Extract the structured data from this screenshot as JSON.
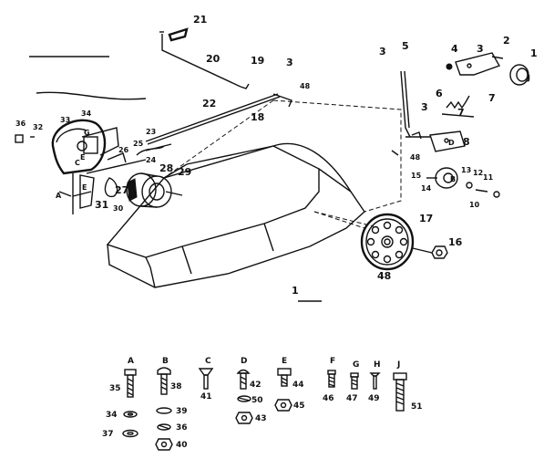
{
  "figure_marker": "1",
  "parts": [
    {
      "id": "p1",
      "label": "1"
    },
    {
      "id": "p2",
      "label": "2"
    },
    {
      "id": "p3a",
      "label": "3"
    },
    {
      "id": "p3b",
      "label": "3"
    },
    {
      "id": "p3c",
      "label": "3"
    },
    {
      "id": "p3d",
      "label": "3"
    },
    {
      "id": "p4",
      "label": "4"
    },
    {
      "id": "p5",
      "label": "5"
    },
    {
      "id": "p6",
      "label": "6"
    },
    {
      "id": "p7a",
      "label": "7"
    },
    {
      "id": "p7b",
      "label": "7"
    },
    {
      "id": "p8",
      "label": "8"
    },
    {
      "id": "p10",
      "label": "10"
    },
    {
      "id": "p11",
      "label": "11"
    },
    {
      "id": "p12",
      "label": "12"
    },
    {
      "id": "p13",
      "label": "13"
    },
    {
      "id": "p14",
      "label": "14"
    },
    {
      "id": "p15",
      "label": "15"
    },
    {
      "id": "p16",
      "label": "16"
    },
    {
      "id": "p17",
      "label": "17"
    },
    {
      "id": "p18",
      "label": "18"
    },
    {
      "id": "p19",
      "label": "19"
    },
    {
      "id": "p20",
      "label": "20"
    },
    {
      "id": "p21",
      "label": "21"
    },
    {
      "id": "p22",
      "label": "22"
    },
    {
      "id": "p23",
      "label": "23"
    },
    {
      "id": "p24",
      "label": "24"
    },
    {
      "id": "p25",
      "label": "25"
    },
    {
      "id": "p26",
      "label": "26"
    },
    {
      "id": "p27",
      "label": "27"
    },
    {
      "id": "p28",
      "label": "28"
    },
    {
      "id": "p29",
      "label": "29"
    },
    {
      "id": "p30",
      "label": "30"
    },
    {
      "id": "p31",
      "label": "31"
    },
    {
      "id": "p32",
      "label": "32"
    },
    {
      "id": "p33",
      "label": "33"
    },
    {
      "id": "p34",
      "label": "34"
    },
    {
      "id": "p36",
      "label": "36"
    },
    {
      "id": "p48a",
      "label": "48"
    },
    {
      "id": "p48b",
      "label": "48"
    },
    {
      "id": "p48c",
      "label": "48"
    }
  ],
  "small_letters": {
    "j": "J",
    "g_top": "G",
    "e": "E",
    "d": "D",
    "c": "C",
    "e_tab": "E",
    "a": "A",
    "b": "B"
  },
  "hardware": {
    "columns": [
      {
        "letter": "A",
        "item": "35",
        "washers": [
          "34",
          "37"
        ]
      },
      {
        "letter": "B",
        "item": "38",
        "washers": [
          "39",
          "36"
        ],
        "nut": "40"
      },
      {
        "letter": "C",
        "item": "41"
      },
      {
        "letter": "D",
        "item": "42",
        "washers": [
          "50"
        ],
        "nut": "43"
      },
      {
        "letter": "E",
        "item": "44",
        "nut": "45"
      },
      {
        "letter": "F",
        "item": "46"
      },
      {
        "letter": "G",
        "item": "47"
      },
      {
        "letter": "H",
        "item": "49"
      },
      {
        "letter": "J",
        "item": "51"
      }
    ]
  }
}
